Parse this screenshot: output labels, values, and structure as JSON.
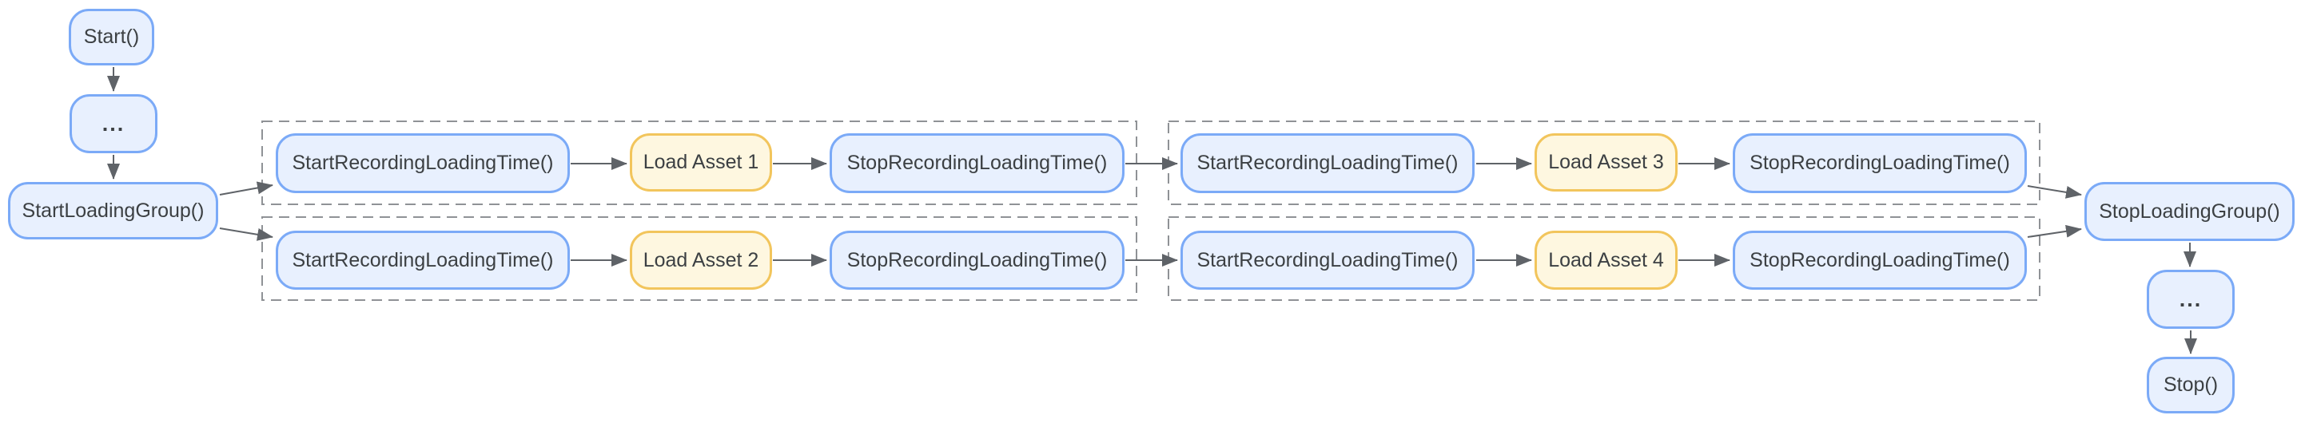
{
  "colors": {
    "background": "#ffffff",
    "node_fill_blue": "#e8f0fe",
    "node_border_blue": "#7baaf7",
    "node_fill_yellow": "#fef7e0",
    "node_border_yellow": "#f2c55c",
    "text": "#3c4043",
    "arrow": "#5f6368",
    "group_border": "#8f9296"
  },
  "nodes": {
    "start": "Start()",
    "ellipsis_top": "...",
    "start_loading_group": "StartLoadingGroup()",
    "stop_loading_group": "StopLoadingGroup()",
    "ellipsis_bottom": "...",
    "stop": "Stop()"
  },
  "groups": [
    {
      "rows": [
        {
          "start": "StartRecordingLoadingTime()",
          "load": "Load Asset 1",
          "stop": "StopRecordingLoadingTime()"
        },
        {
          "start": "StartRecordingLoadingTime()",
          "load": "Load Asset 2",
          "stop": "StopRecordingLoadingTime()"
        }
      ]
    },
    {
      "rows": [
        {
          "start": "StartRecordingLoadingTime()",
          "load": "Load Asset 3",
          "stop": "StopRecordingLoadingTime()"
        },
        {
          "start": "StartRecordingLoadingTime()",
          "load": "Load Asset 4",
          "stop": "StopRecordingLoadingTime()"
        }
      ]
    }
  ]
}
